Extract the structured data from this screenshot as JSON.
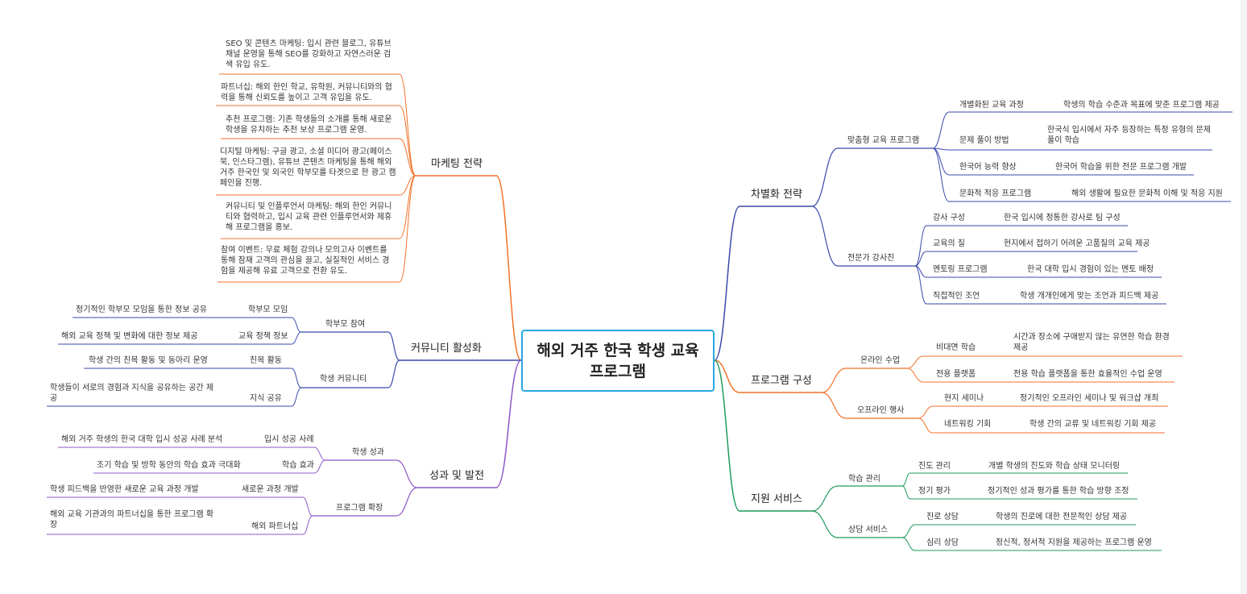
{
  "colors": {
    "differentiation": "#3949ab",
    "program": "#f07228",
    "support": "#1e9a5e",
    "marketing": "#f07228",
    "community": "#3949ab",
    "performance": "#8e58c8",
    "root_border": "#29a8e0"
  },
  "root": {
    "label": "해외 거주 한국 학생 교육 프로그램"
  },
  "branches": {
    "differentiation": {
      "label": "차별화 전략",
      "groups": [
        {
          "label": "맞춤형 교육 프로그램",
          "items": [
            {
              "label": "개별화된 교육 과정",
              "detail": "학생의 학습 수준과 목표에 맞춘 프로그램 제공"
            },
            {
              "label": "문제 풀이 방법",
              "detail": "한국식 입시에서 자주 등장하는 특정 유형의 문제 풀이 학습"
            },
            {
              "label": "한국어 능력 향상",
              "detail": "한국어 학습을 위한 전문 프로그램 개발"
            },
            {
              "label": "문화적 적응 프로그램",
              "detail": "해외 생활에 필요한 문화적 이해 및 적응 지원"
            }
          ]
        },
        {
          "label": "전문가 강사진",
          "items": [
            {
              "label": "강사 구성",
              "detail": "한국 입시에 정통한 강사로 팀 구성"
            },
            {
              "label": "교육의 질",
              "detail": "현지에서 접하기 어려운 고품질의 교육 제공"
            },
            {
              "label": "멘토링 프로그램",
              "detail": "한국 대학 입시 경험이 있는 멘토 배정"
            },
            {
              "label": "직접적인 조언",
              "detail": "학생 개개인에게 맞는 조언과 피드백 제공"
            }
          ]
        }
      ]
    },
    "program": {
      "label": "프로그램 구성",
      "groups": [
        {
          "label": "온라인 수업",
          "items": [
            {
              "label": "비대면 학습",
              "detail": "시간과 장소에 구애받지 않는 유연한 학습 환경 제공"
            },
            {
              "label": "전용 플랫폼",
              "detail": "전용 학습 플랫폼을 통한 효율적인 수업 운영"
            }
          ]
        },
        {
          "label": "오프라인 행사",
          "items": [
            {
              "label": "현지 세미나",
              "detail": "정기적인 오프라인 세미나 및 워크샵 개최"
            },
            {
              "label": "네트워킹 기회",
              "detail": "학생 간의 교류 및 네트워킹 기회 제공"
            }
          ]
        }
      ]
    },
    "support": {
      "label": "지원 서비스",
      "groups": [
        {
          "label": "학습 관리",
          "items": [
            {
              "label": "진도 관리",
              "detail": "개별 학생의 진도와 학습 상태 모니터링"
            },
            {
              "label": "정기 평가",
              "detail": "정기적인 성과 평가를 통한 학습 방향 조정"
            }
          ]
        },
        {
          "label": "상담 서비스",
          "items": [
            {
              "label": "진로 상담",
              "detail": "학생의 진로에 대한 전문적인 상담 제공"
            },
            {
              "label": "심리 상담",
              "detail": "정신적, 정서적 지원을 제공하는 프로그램 운영"
            }
          ]
        }
      ]
    },
    "marketing": {
      "label": "마케팅 전략",
      "items": [
        "SEO 및 콘텐츠 마케팅: 입시 관련 블로그, 유튜브 채널 운영을 통해 SEO를 강화하고 자연스러운 검색 유입 유도.",
        "파트너십: 해외 한인 학교, 유학원, 커뮤니티와의 협력을 통해 신뢰도를 높이고 고객 유입을 유도.",
        "추천 프로그램: 기존 학생들의 소개를 통해 새로운 학생을 유치하는 추천 보상 프로그램 운영.",
        "디지털 마케팅: 구글 광고, 소셜 미디어 광고(페이스북, 인스타그램), 유튜브 콘텐츠 마케팅을 통해 해외 거주 한국인 및 외국인 학부모를 타겟으로 한 광고 캠페인을 진행.",
        "커뮤니티 및 인플루언서 마케팅: 해외 한인 커뮤니티와 협력하고, 입시 교육 관련 인플루언서와 제휴해 프로그램을 홍보.",
        "참여 이벤트: 무료 체험 강의나 모의고사 이벤트를 통해 잠재 고객의 관심을 끌고, 실질적인 서비스 경험을 제공해 유료 고객으로 전환 유도."
      ]
    },
    "community": {
      "label": "커뮤니티 활성화",
      "groups": [
        {
          "label": "학부모 참여",
          "items": [
            {
              "label": "학부모 모임",
              "detail": "정기적인 학부모 모임을 통한 정보 공유"
            },
            {
              "label": "교육 정책 정보",
              "detail": "해외 교육 정책 및 변화에 대한 정보 제공"
            }
          ]
        },
        {
          "label": "학생 커뮤니티",
          "items": [
            {
              "label": "친목 활동",
              "detail": "학생 간의 친목 활동 및 동아리 운영"
            },
            {
              "label": "지식 공유",
              "detail": "학생들이 서로의 경험과 지식을 공유하는 공간 제공"
            }
          ]
        }
      ]
    },
    "performance": {
      "label": "성과 및 발전",
      "groups": [
        {
          "label": "학생 성과",
          "items": [
            {
              "label": "입시 성공 사례",
              "detail": "해외 거주 학생의 한국 대학 입시 성공 사례 분석"
            },
            {
              "label": "학습 효과",
              "detail": "조기 학습 및 방학 동안의 학습 효과 극대화"
            }
          ]
        },
        {
          "label": "프로그램 확장",
          "items": [
            {
              "label": "새로운 과정 개발",
              "detail": "학생 피드백을 반영한 새로운 교육 과정 개발"
            },
            {
              "label": "해외 파트너십",
              "detail": "해외 교육 기관과의 파트너십을 통한 프로그램 확장"
            }
          ]
        }
      ]
    }
  }
}
